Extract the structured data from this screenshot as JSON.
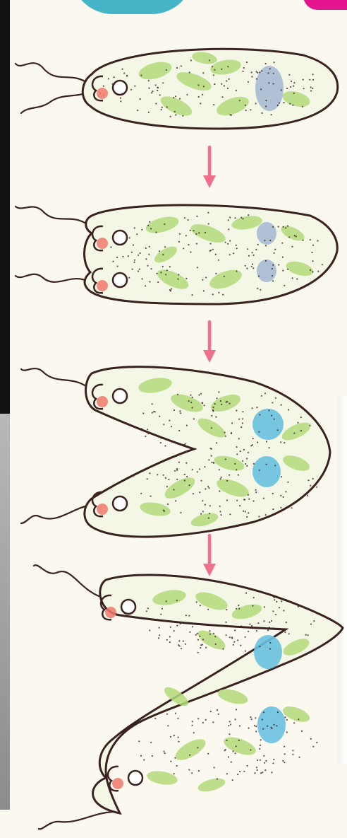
{
  "diagram": {
    "palette": {
      "paper": "#fbf8f0",
      "outline": "#3a2220",
      "cell_fill": "#f4f7e6",
      "chloroplast": "#b3d97a",
      "nucleus_pale": "#a9b9d3",
      "nucleus": "#69c0df",
      "eyespot": "#ef7a6c",
      "arrow": "#ef6f8d",
      "frame_dark": "#111111",
      "frame_teal": "#45b4c6",
      "frame_magenta": "#e3158f"
    },
    "icons": {
      "arrow": "down-arrow-icon",
      "nucleus": "nucleus-icon",
      "chloroplast": "chloroplast-icon",
      "eyespot": "eyespot-icon",
      "vacuole": "contractile-vacuole-icon",
      "flagellum": "flagellum-icon"
    },
    "stages": [
      {
        "step": 1,
        "state": "single cell"
      },
      {
        "step": 2,
        "state": "anterior end duplicated, two nuclei"
      },
      {
        "step": 3,
        "state": "cleavage furrow begins"
      },
      {
        "step": 4,
        "state": "cleavage nearly complete"
      }
    ]
  }
}
